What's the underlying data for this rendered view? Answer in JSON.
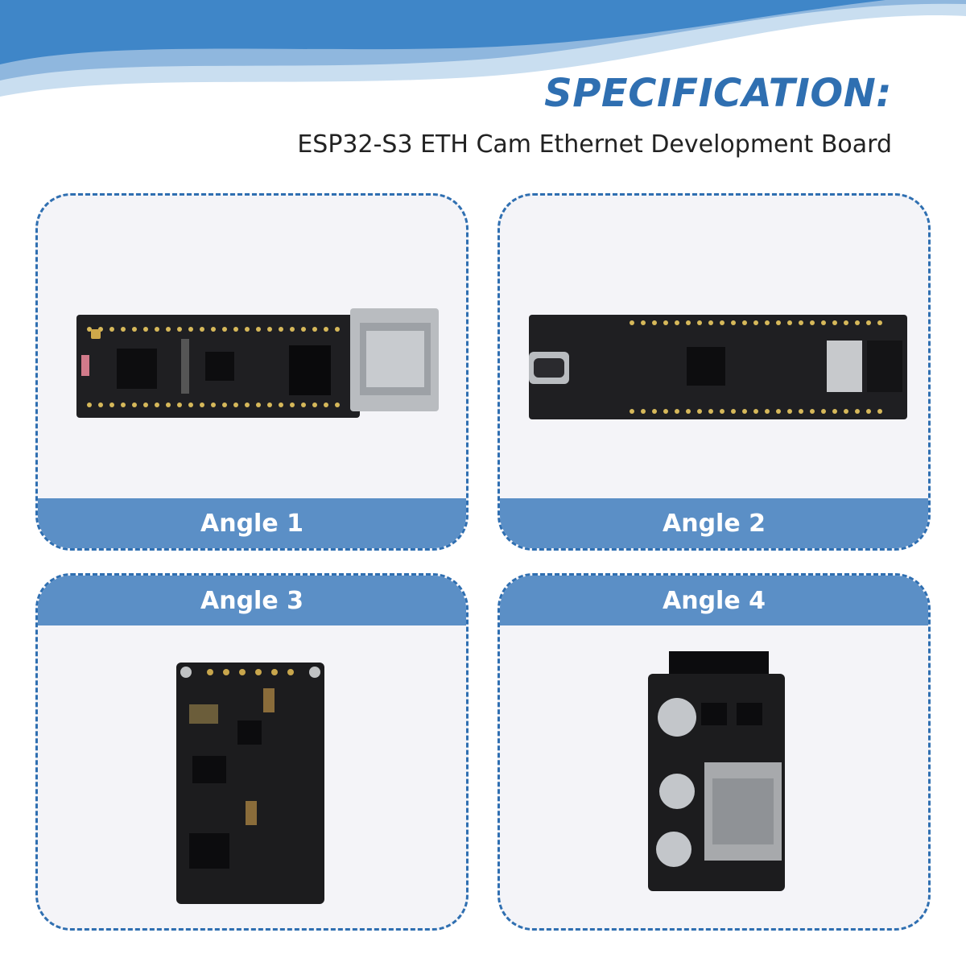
{
  "header": {
    "title": "SPECIFICATION:",
    "subtitle": "ESP32-S3 ETH Cam Ethernet Development Board"
  },
  "colors": {
    "accent": "#2f6fb1",
    "label_bar": "#5b8fc6",
    "card_bg": "#f4f4f8",
    "pcb": "#1c1c1e"
  },
  "cards": [
    {
      "label": "Angle 1"
    },
    {
      "label": "Angle 2"
    },
    {
      "label": "Angle 3"
    },
    {
      "label": "Angle 4"
    }
  ]
}
